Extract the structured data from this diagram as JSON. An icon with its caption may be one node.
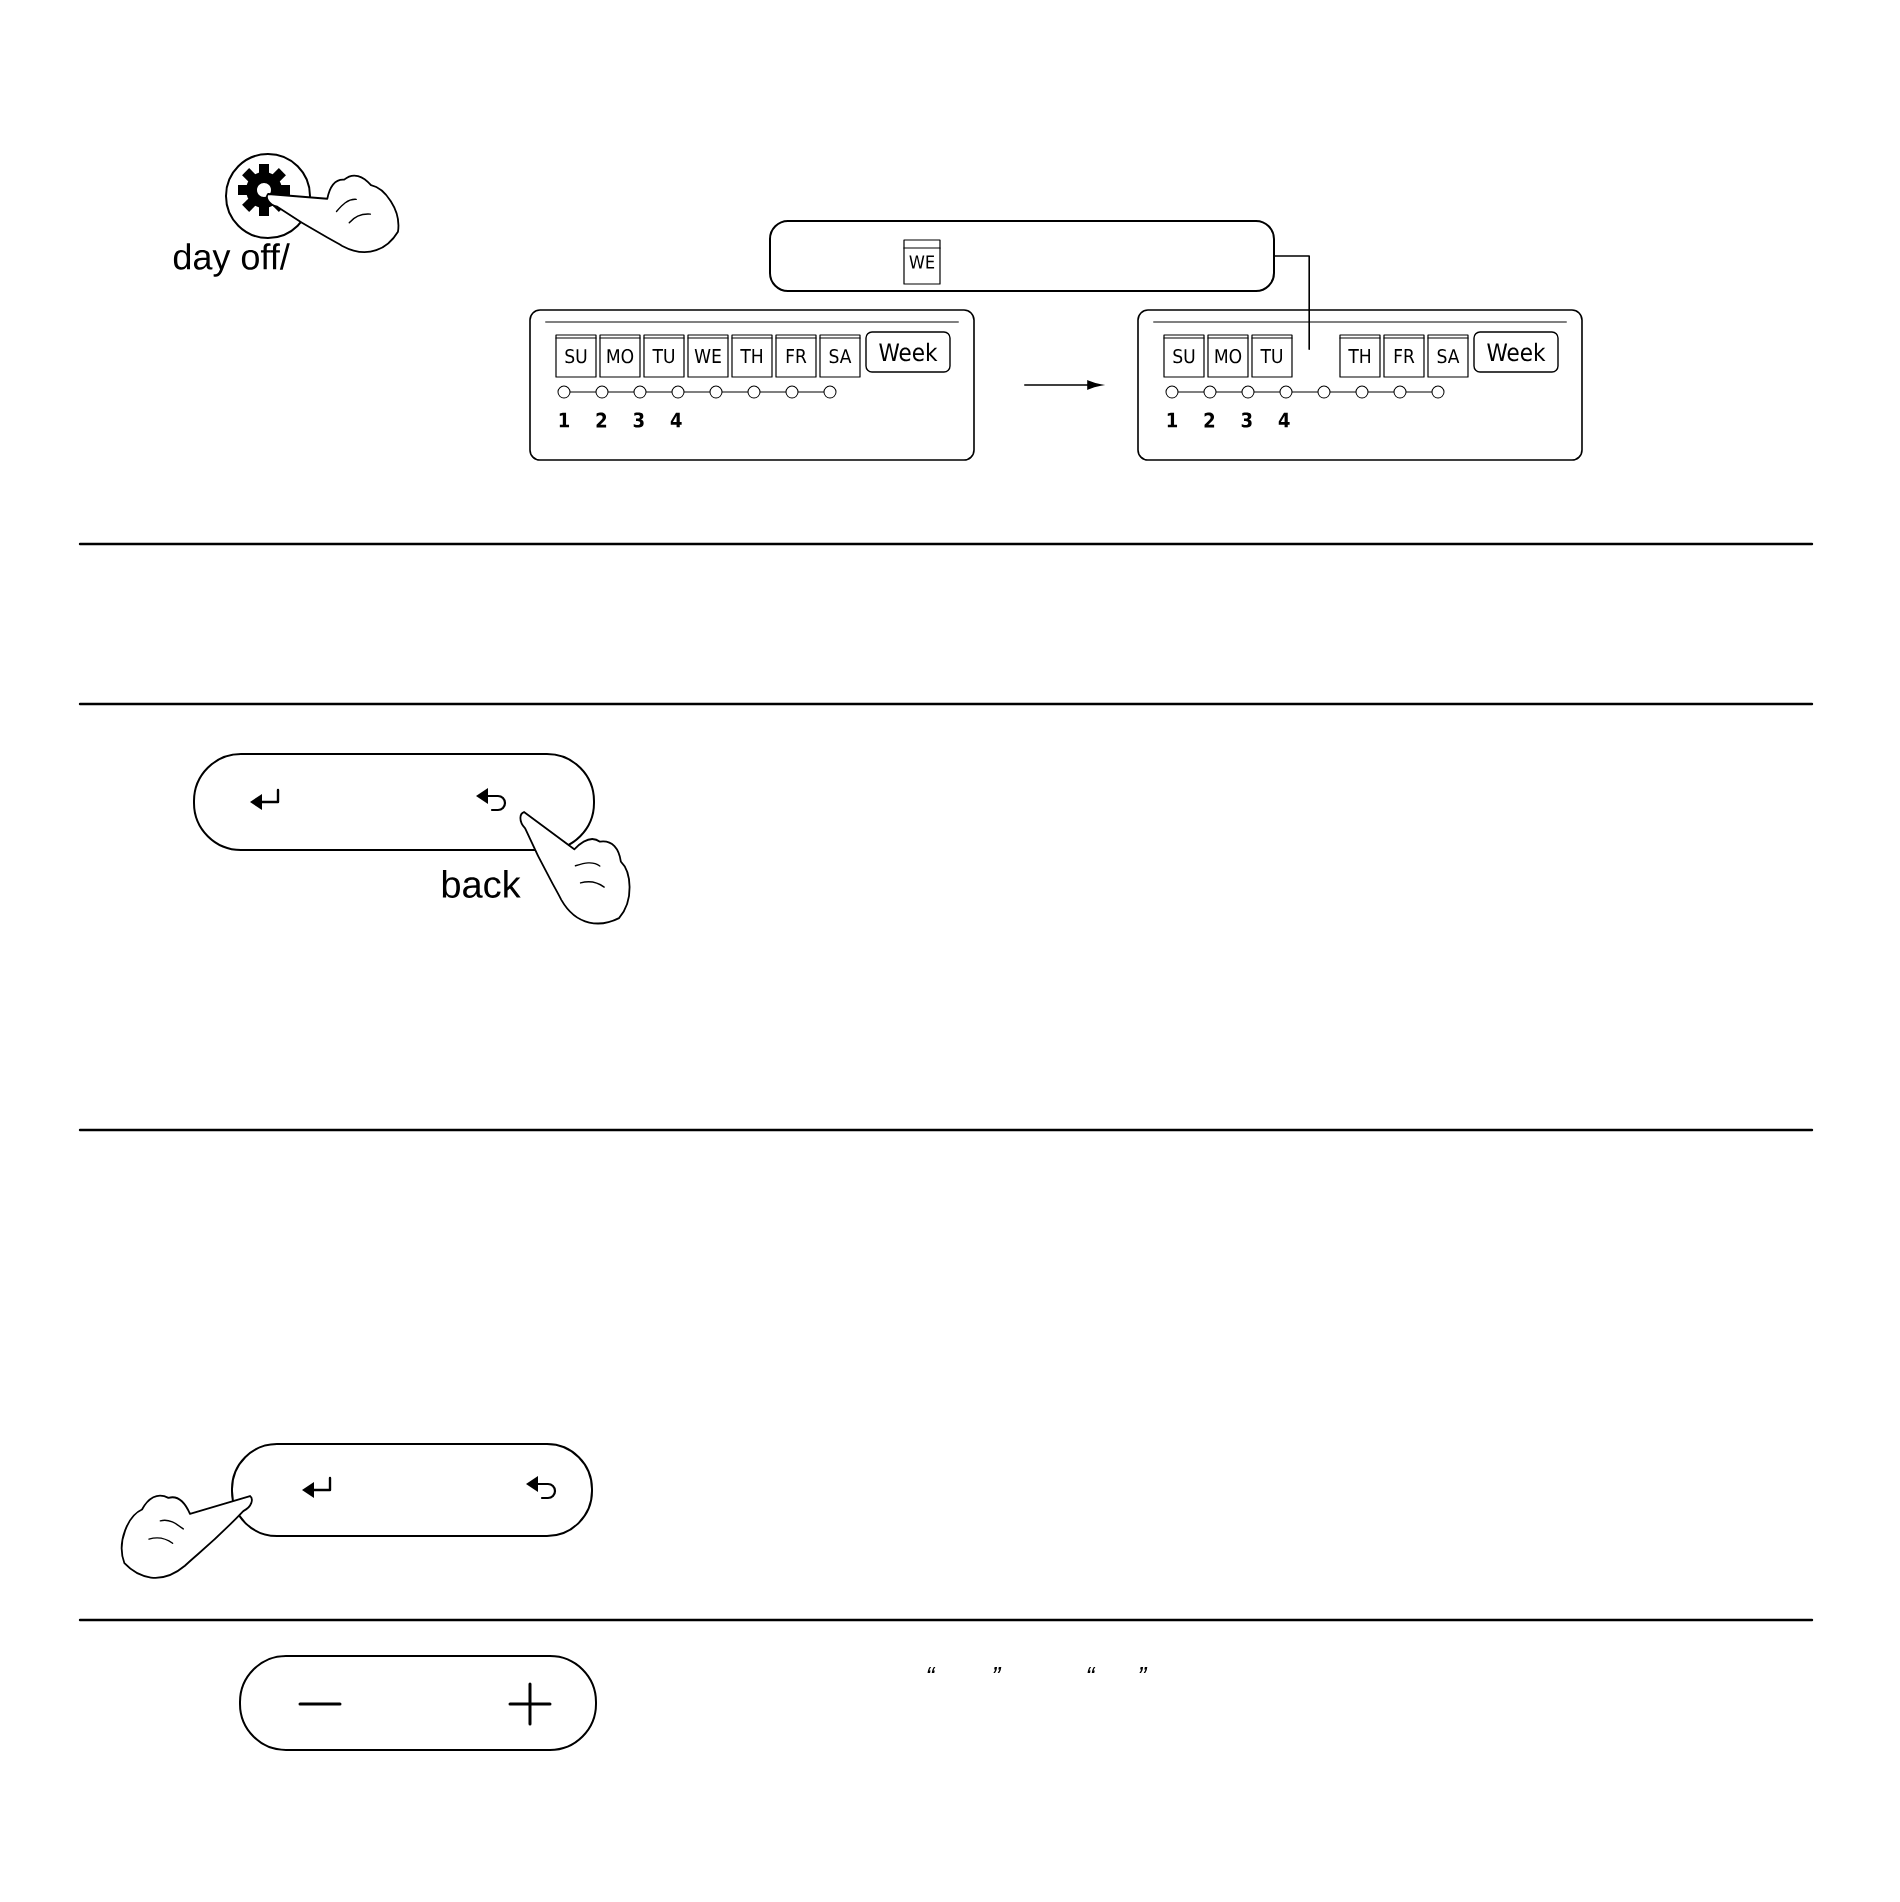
{
  "diagram": {
    "nodes": [
      {
        "text": [
          "WE"
        ]
      },
      {
        "text": [
          "1",
          "2",
          "3",
          "4"
        ]
      },
      {
        "text": [
          "SU"
        ],
        "in": 1
      },
      {
        "text": [
          "MO"
        ],
        "in": 1
      },
      {
        "text": [
          "TU"
        ],
        "in": 1
      },
      {
        "text": [
          "WE"
        ],
        "in": 1
      },
      {
        "text": [
          "TH"
        ],
        "in": 1
      },
      {
        "text": [
          "FR"
        ],
        "in": 1
      },
      {
        "text": [
          "SA"
        ],
        "in": 1
      },
      {
        "text": [
          "Week"
        ],
        "in": 1
      },
      {
        "text": [
          "1",
          "2",
          "3",
          "4"
        ]
      },
      {
        "text": [
          "SU"
        ],
        "in": 10
      },
      {
        "text": [
          "MO"
        ],
        "in": 10
      },
      {
        "text": [
          "TU"
        ],
        "in": 10
      },
      {
        "text": [
          "TH"
        ],
        "in": 10
      },
      {
        "text": [
          "FR"
        ],
        "in": 10
      },
      {
        "text": [
          "SA"
        ],
        "in": 10
      },
      {
        "text": [
          "Week"
        ],
        "in": 10
      }
    ],
    "edges": [
      {
        "from": 1,
        "to": 10,
        "arrow": "to"
      },
      {
        "from": 0,
        "to": 10,
        "arrow": "none"
      }
    ],
    "labels": [
      "day off/",
      "back",
      "“",
      "”",
      "“",
      "”"
    ]
  }
}
